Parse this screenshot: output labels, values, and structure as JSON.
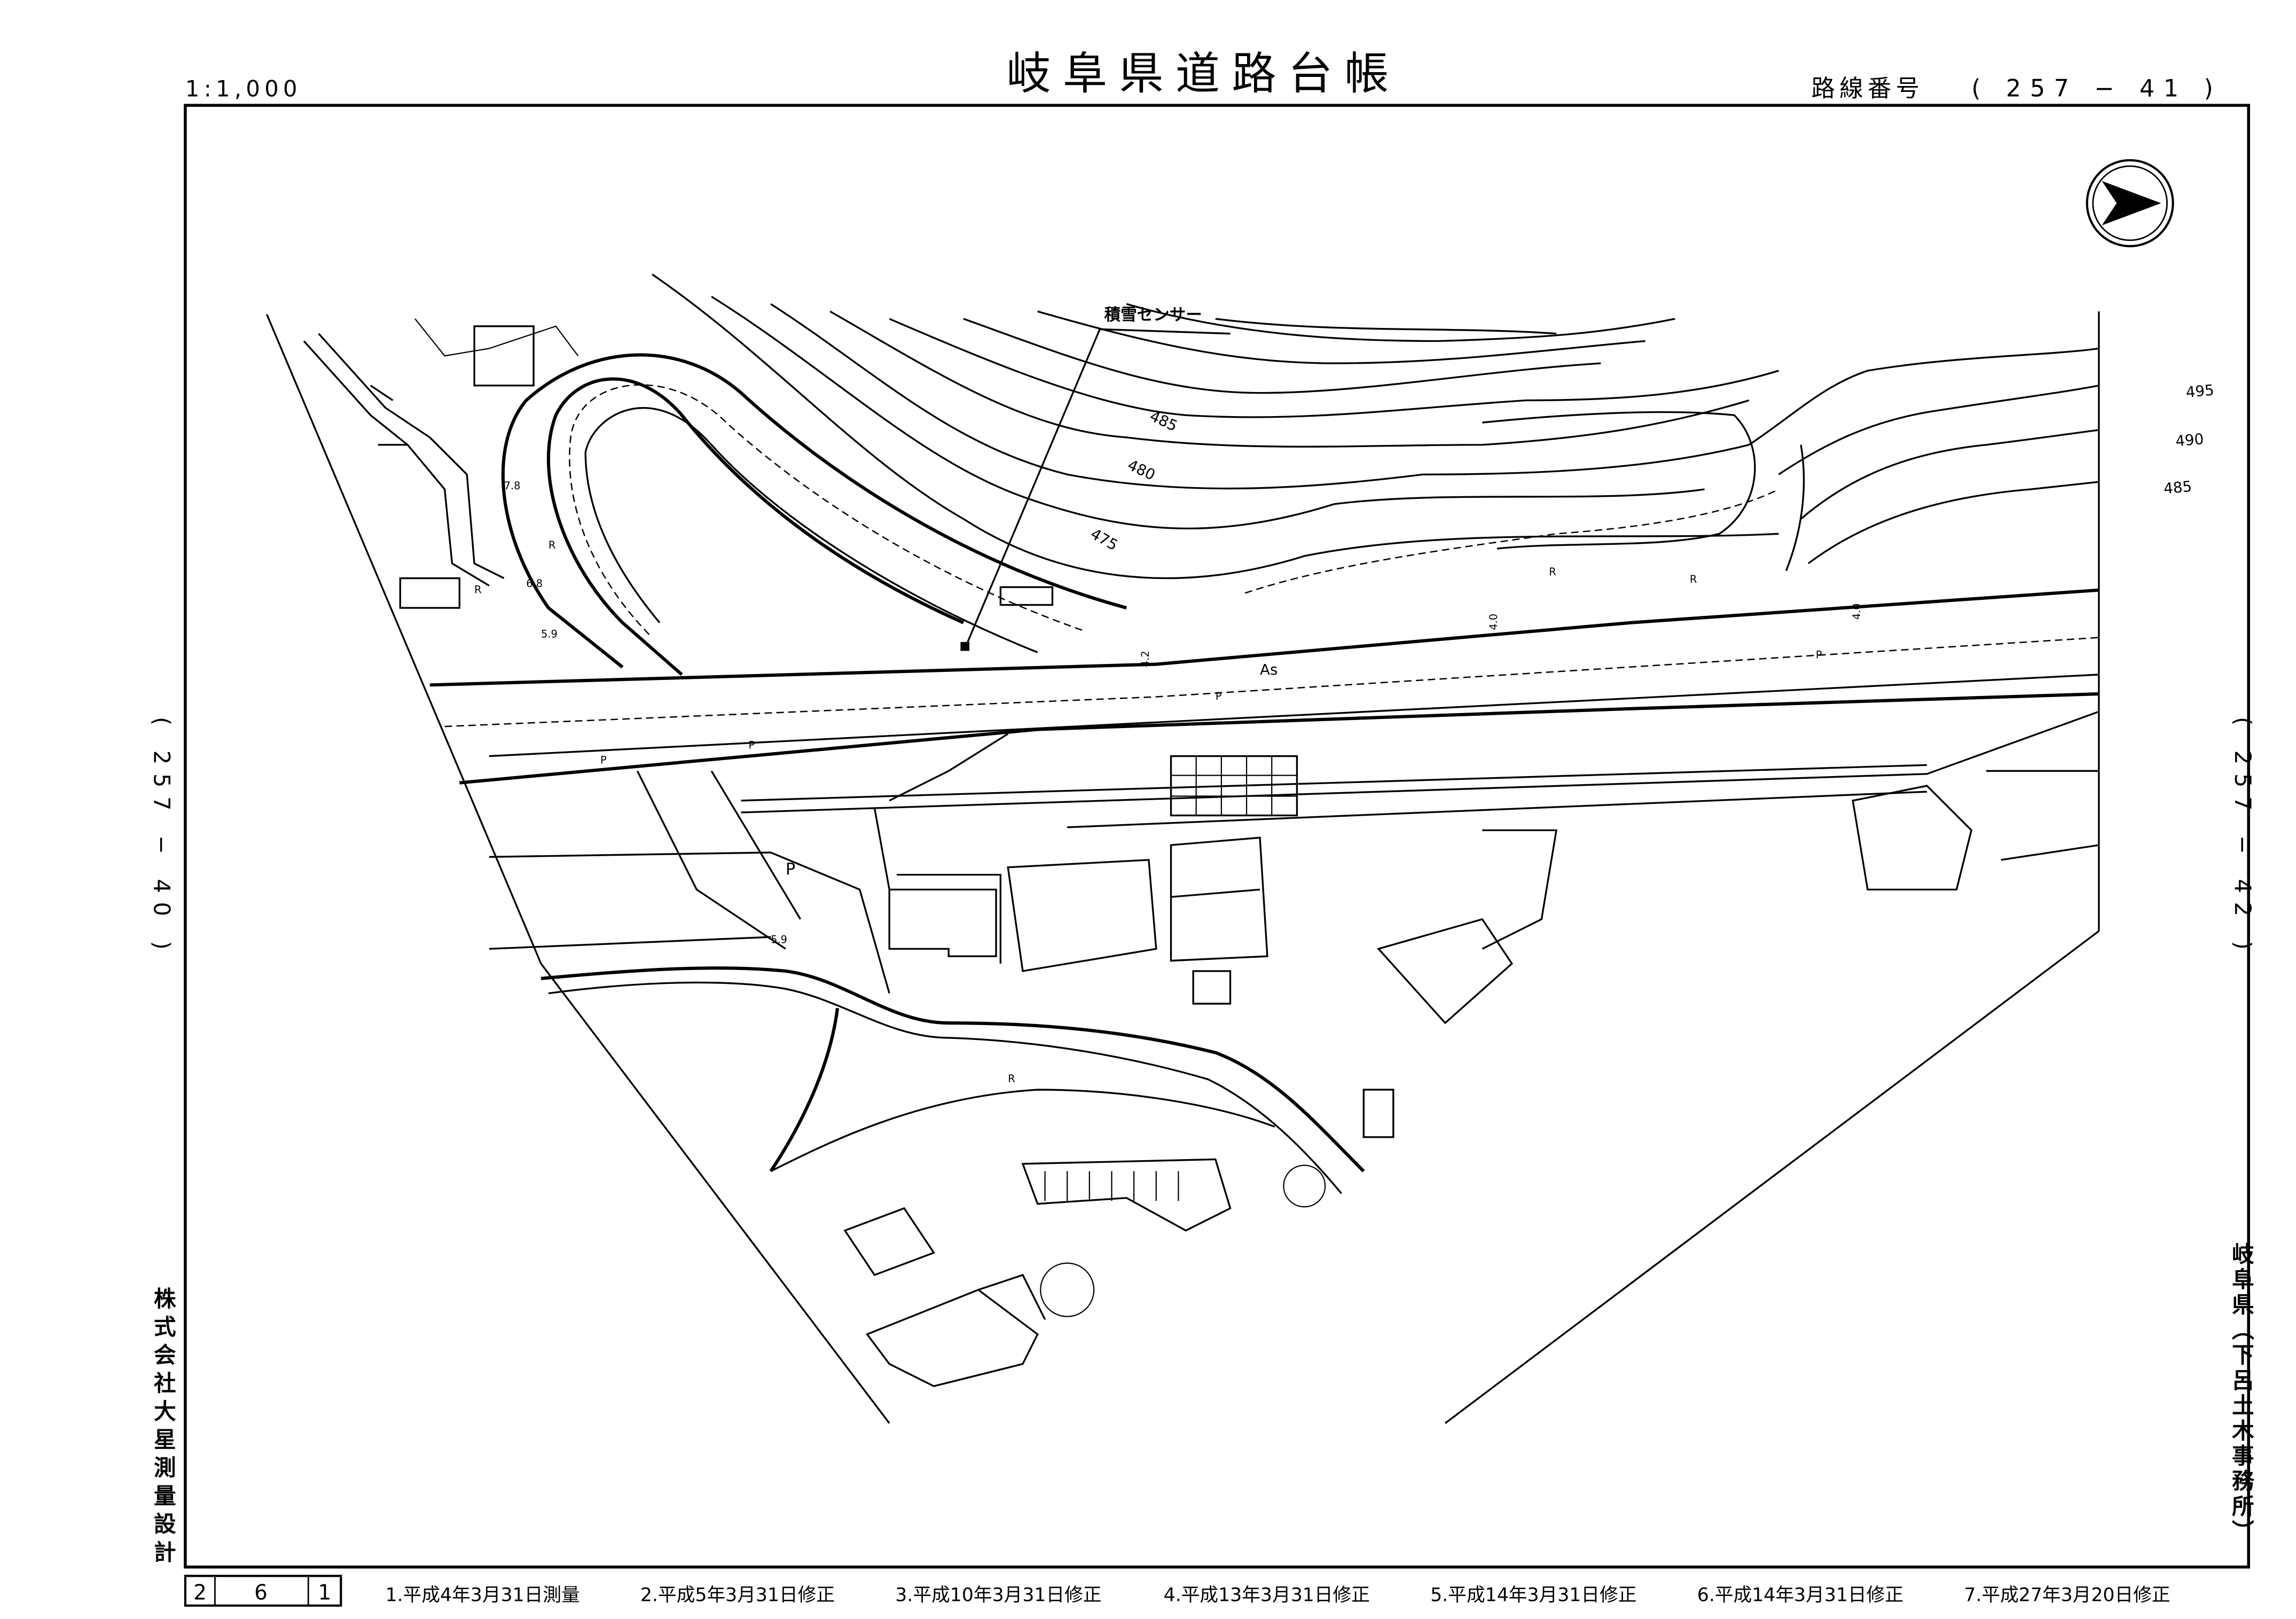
{
  "header": {
    "scale": "1:1,000",
    "title": "岐阜県道路台帳",
    "route_label": "路線番号",
    "route_number": "( 257 − 41 )"
  },
  "adjacent_sheets": {
    "left": "( 257 − 40 )",
    "right": "( 257 − 42 )"
  },
  "surveyor": "株式会社大星測量設計",
  "office": "岐阜県（下呂土木事務所）",
  "sheet_boxes": [
    "2",
    "6",
    "1"
  ],
  "revisions": [
    "1.平成4年3月31日測量",
    "2.平成5年3月31日修正",
    "3.平成10年3月31日修正",
    "4.平成13年3月31日修正",
    "5.平成14年3月31日修正",
    "6.平成14年3月31日修正",
    "7.平成27年3月20日修正"
  ],
  "map": {
    "north_arrow": "north-arrow-icon",
    "sensor_label": "積雪センサー",
    "contours": [
      "495",
      "490",
      "485",
      "485",
      "480",
      "475"
    ],
    "pavement": "As",
    "labels": [
      "R",
      "R",
      "R",
      "R",
      "R",
      "P",
      "P",
      "P",
      "P",
      "P",
      "4.0",
      "4.0",
      "5.9",
      "5.9",
      "6.8",
      "7.8",
      "4.2"
    ]
  }
}
